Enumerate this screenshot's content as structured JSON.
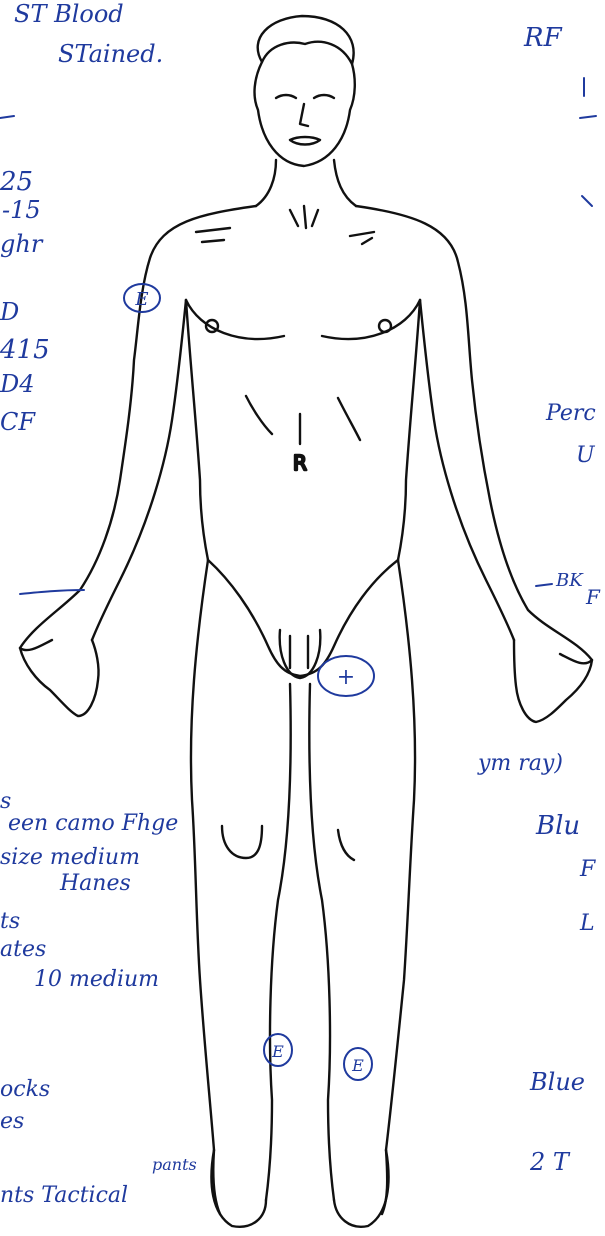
{
  "left_notes": [
    {
      "text": "ST Blood"
    },
    {
      "text": "STained."
    },
    {
      "text": "25"
    },
    {
      "text": "-15"
    },
    {
      "text": "ghr"
    },
    {
      "text": "D"
    },
    {
      "text": "415"
    },
    {
      "text": "D4"
    },
    {
      "text": "CF"
    },
    {
      "text": "s"
    },
    {
      "text": "een camo Fhge"
    },
    {
      "text": "size medium"
    },
    {
      "text": "Hanes"
    },
    {
      "text": "ts"
    },
    {
      "text": "ates"
    },
    {
      "text": "10 medium"
    },
    {
      "text": "ocks"
    },
    {
      "text": "es"
    },
    {
      "text": "nts Tactical"
    },
    {
      "text": "pants"
    }
  ],
  "right_notes": [
    {
      "text": "RF"
    },
    {
      "text": "Perc"
    },
    {
      "text": "U"
    },
    {
      "text": "BK"
    },
    {
      "text": "F"
    },
    {
      "text": "ym ray)"
    },
    {
      "text": "Blu"
    },
    {
      "text": "F"
    },
    {
      "text": "L"
    },
    {
      "text": "Blue"
    },
    {
      "text": "2 T"
    }
  ],
  "circle_marks": [
    {
      "label": "E"
    },
    {
      "label": "+"
    },
    {
      "label": "E"
    },
    {
      "label": "E"
    }
  ],
  "body_marks": [
    {
      "label": "R"
    }
  ]
}
